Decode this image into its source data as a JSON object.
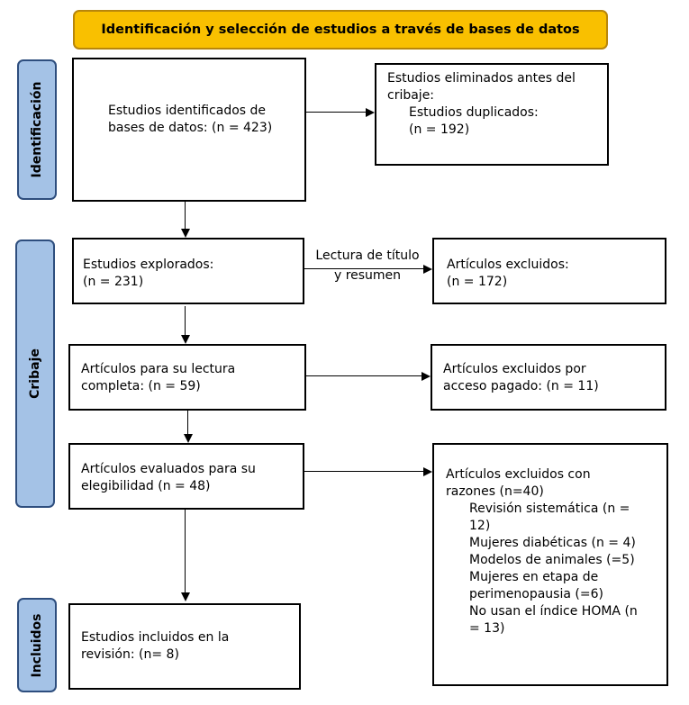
{
  "title": "Identificación y selección de estudios a través de bases de datos",
  "phases": {
    "identificacion": "Identificación",
    "cribaje": "Cribaje",
    "incluidos": "Incluidos"
  },
  "boxes": {
    "identified": {
      "line1": "Estudios identificados de",
      "line2": "bases de datos: (n = 423)"
    },
    "removed": {
      "line1": "Estudios eliminados antes del",
      "line2": "cribaje:",
      "line3": "Estudios duplicados:",
      "line4": "(n = 192)"
    },
    "screened": {
      "line1": "Estudios explorados:",
      "line2": "(n = 231)"
    },
    "excluded_screen": {
      "line1": "Artículos excluidos:",
      "line2": "(n = 172)"
    },
    "full_text": {
      "line1": "Artículos para su lectura",
      "line2": "completa: (n = 59)"
    },
    "excluded_paid": {
      "line1": "Artículos excluidos por",
      "line2": "acceso pagado: (n = 11)"
    },
    "assessed": {
      "line1": "Artículos evaluados para su",
      "line2": "elegibilidad (n = 48)"
    },
    "excluded_reasons": {
      "line1": "Artículos excluidos con",
      "line2": "razones (n=40)",
      "reasons": [
        "Revisión sistemática (n =",
        "12)",
        "Mujeres diabéticas (n = 4)",
        "Modelos de animales (=5)",
        "Mujeres en etapa de",
        "perimenopausia (=6)",
        "No usan el índice HOMA (n",
        "= 13)"
      ]
    },
    "included": {
      "line1": "Estudios incluidos en la",
      "line2": "revisión: (n= 8)"
    }
  },
  "edge_labels": {
    "title_abstract_line1": "Lectura de título",
    "title_abstract_line2": "y resumen"
  },
  "colors": {
    "title_bg": "#f9c000",
    "phase_bg": "#a4c2e6",
    "phase_border": "#2e4e7e"
  }
}
